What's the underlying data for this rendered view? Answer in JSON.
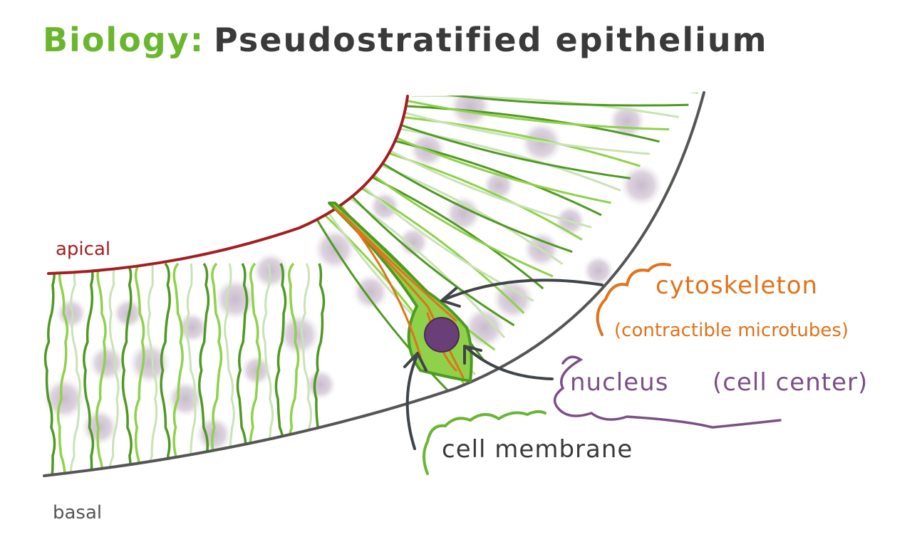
{
  "title": {
    "subject": "Biology:",
    "topic": "Pseudostratified epithelium"
  },
  "labels": {
    "apical": "apical",
    "basal": "basal",
    "cytoskeleton": "cytoskeleton",
    "cytoskeleton_note": "(contractible microtubes)",
    "nucleus": "nucleus",
    "nucleus_note": "(cell center)",
    "cell_membrane": "cell membrane"
  },
  "colors": {
    "title_green": "#6ab72e",
    "title_dark": "#3a3a3a",
    "apical_red": "#a31e22",
    "basal_gray": "#555555",
    "cytoskeleton_orange": "#e0731b",
    "nucleus_purple": "#7a4f86",
    "membrane_green": "#69b534",
    "cell_green_dark": "#4f9a22",
    "cell_green_light": "#8fd24a",
    "cell_green_pale": "#c9e3b4",
    "nucleus_fill": "#d9d0dc",
    "arrow_dark": "#3f4448"
  }
}
